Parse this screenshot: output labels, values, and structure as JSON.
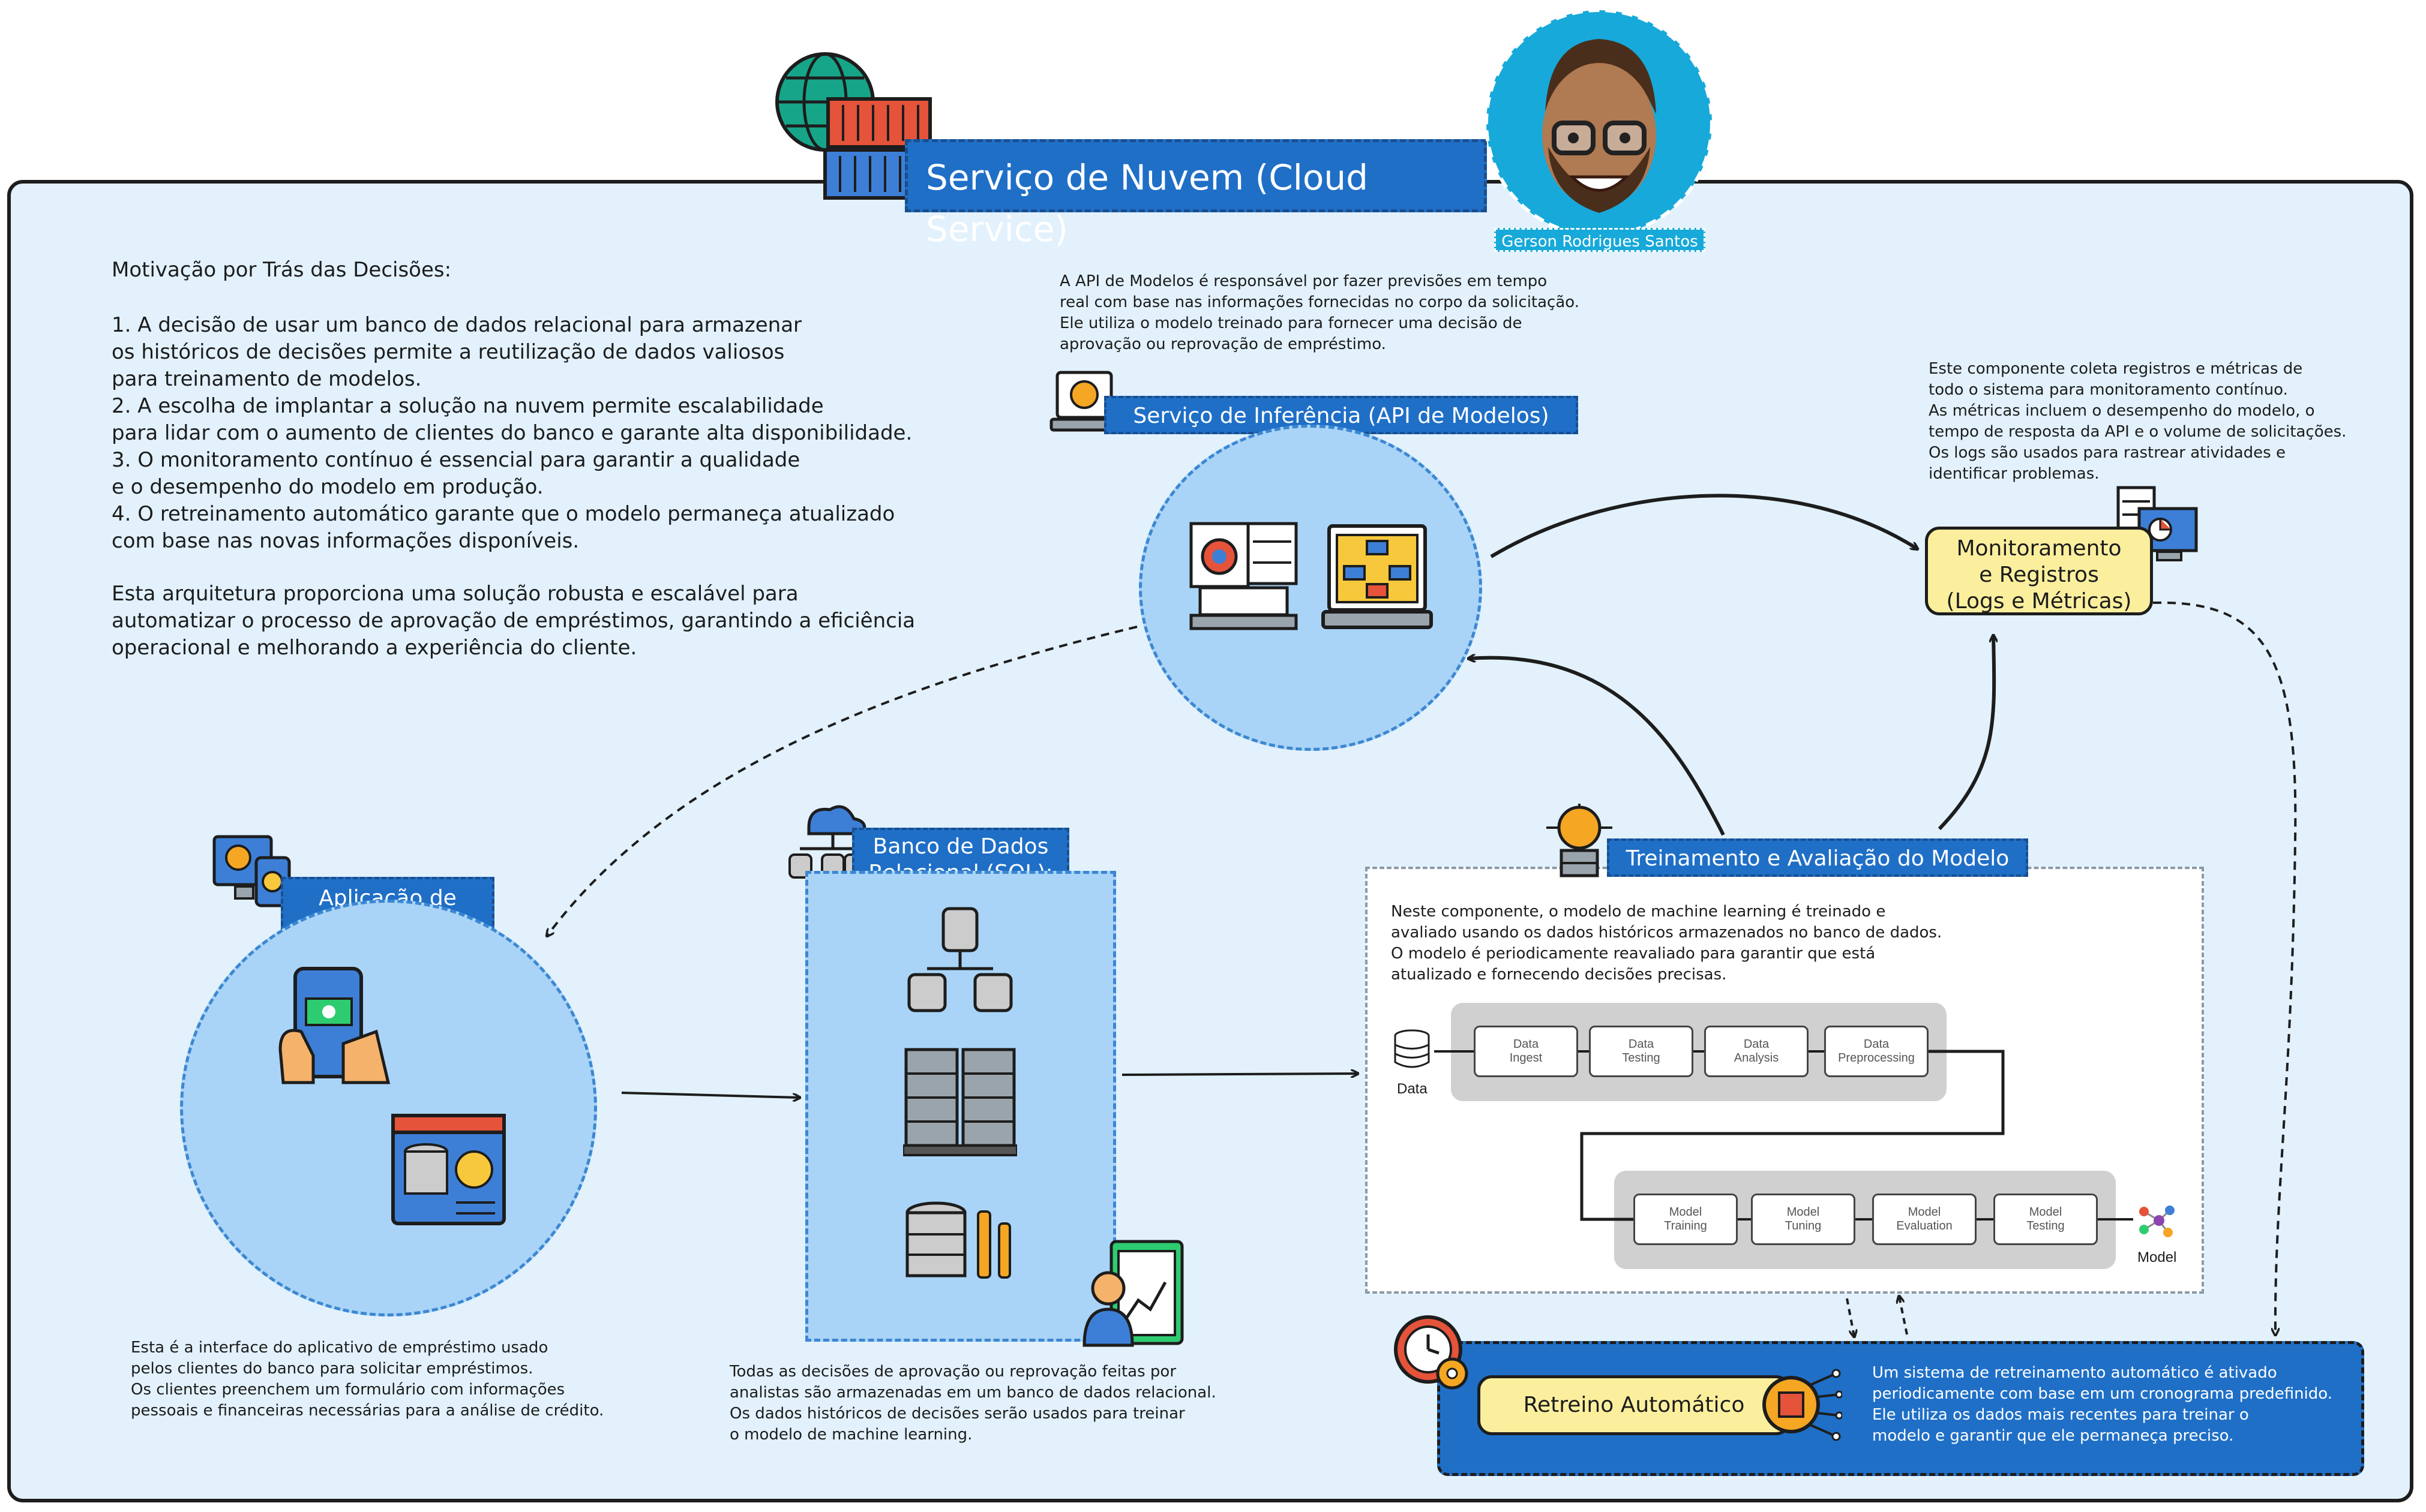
{
  "header": {
    "title": "Serviço de Nuvem (Cloud Service)",
    "author": "Gerson Rodrigues Santos"
  },
  "motivation": {
    "heading": "Motivação por Trás das Decisões:",
    "points": [
      "1. A decisão de usar um banco de dados relacional para armazenar\nos históricos de decisões permite a reutilização de dados valiosos\npara treinamento de modelos.",
      "2. A escolha de implantar a solução na nuvem permite escalabilidade\npara lidar com o aumento de clientes do banco e garante alta disponibilidade.",
      "3. O monitoramento contínuo é essencial para garantir a qualidade\ne o desempenho do modelo em produção.",
      "4. O retreinamento automático garante que o modelo permaneça atualizado\ncom base nas novas informações disponíveis."
    ],
    "conclusion": "Esta arquitetura proporciona uma solução robusta e escalável para\nautomatizar o processo de aprovação de empréstimos, garantindo a eficiência\noperacional e melhorando a experiência do cliente."
  },
  "inference": {
    "description": "A API de Modelos é responsável por fazer previsões em tempo\nreal com base nas informações fornecidas no corpo da solicitação.\nEle utiliza o modelo treinado para fornecer uma decisão de\naprovação ou reprovação de empréstimo.",
    "label": "Serviço de Inferência (API de Modelos)"
  },
  "monitoring": {
    "description": "Este componente coleta registros e métricas de\ntodo o sistema para monitoramento contínuo.\nAs métricas incluem o desempenho do modelo, o\ntempo de resposta da API e o volume de solicitações.\nOs logs são usados para rastrear atividades e\nidentificar problemas.",
    "label": "Monitoramento\ne Registros\n(Logs e Métricas)"
  },
  "loan_app": {
    "label": "Aplicação de\nEmpréstimo",
    "description": "Esta é a interface do aplicativo de empréstimo usado\npelos clientes do banco para solicitar empréstimos.\nOs clientes preenchem um formulário com informações\npessoais e financeiras necessárias para a análise de crédito."
  },
  "database": {
    "label": "Banco de Dados\nRelacional (SQL):",
    "description": "Todas as decisões de aprovação ou reprovação feitas por\nanalistas são armazenadas em um banco de dados relacional.\nOs dados históricos de decisões serão usados para treinar\no modelo de machine learning."
  },
  "training": {
    "label": "Treinamento e Avaliação do Modelo",
    "description": "Neste componente, o modelo de machine learning é treinado e\navaliado usando os dados históricos armazenados no banco de dados.\nO modelo é periodicamente reavaliado para garantir que está\natualizado e fornecendo decisões precisas.",
    "data_label": "Data",
    "model_label": "Model",
    "pipeline_top": [
      "Data\nIngest",
      "Data\nTesting",
      "Data\nAnalysis",
      "Data\nPreprocessing"
    ],
    "pipeline_bottom": [
      "Model\nTraining",
      "Model\nTuning",
      "Model\nEvaluation",
      "Model\nTesting"
    ]
  },
  "retrain": {
    "label": "Retreino Automático",
    "description": "Um sistema de retreinamento automático é ativado\nperiodicamente com base em um cronograma predefinido.\nEle utiliza os dados mais recentes para treinar o\nmodelo e garantir que ele permaneça preciso."
  },
  "colors": {
    "frame_bg": "#e2f1fc",
    "accent_blue": "#1f6fc7",
    "circle_fill": "#a9d4f7",
    "yellow": "#fbef9e",
    "retrain_bg": "#1f6fc7"
  }
}
